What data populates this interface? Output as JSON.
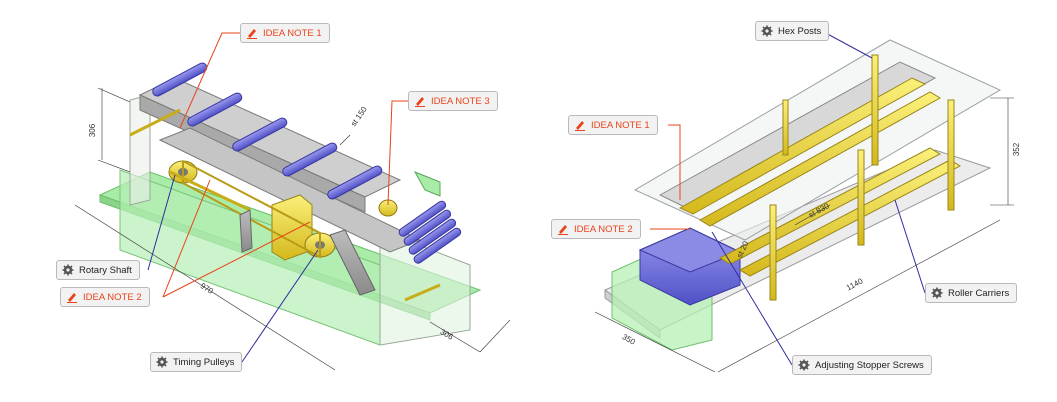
{
  "left_assembly": {
    "callouts": {
      "idea_note_1": "IDEA NOTE 1",
      "idea_note_2": "IDEA NOTE 2",
      "idea_note_3": "IDEA NOTE 3",
      "rotary_shaft": "Rotary Shaft",
      "timing_pulleys": "Timing Pulleys"
    },
    "dimensions": {
      "height": "306",
      "length": "970",
      "depth": "306",
      "stroke": "st 150"
    }
  },
  "right_assembly": {
    "callouts": {
      "hex_posts": "Hex Posts",
      "idea_note_1": "IDEA NOTE 1",
      "idea_note_2": "IDEA NOTE 2",
      "roller_carriers": "Roller Carriers",
      "adjusting_stopper_screws": "Adjusting Stopper Screws"
    },
    "dimensions": {
      "height": "352",
      "length": "1140",
      "depth": "350",
      "stroke_830": "st 830",
      "stroke_20": "st 20"
    }
  },
  "icons": {
    "idea": "pencil-icon",
    "part": "gear-icon"
  },
  "colors": {
    "idea_text": "#e8431b",
    "idea_leader": "#e8431b",
    "part_leader": "#2f2fa0",
    "rollers": "#6f6fd6",
    "frame_green": "#8fe08f",
    "yellow_parts": "#e8d23a"
  }
}
